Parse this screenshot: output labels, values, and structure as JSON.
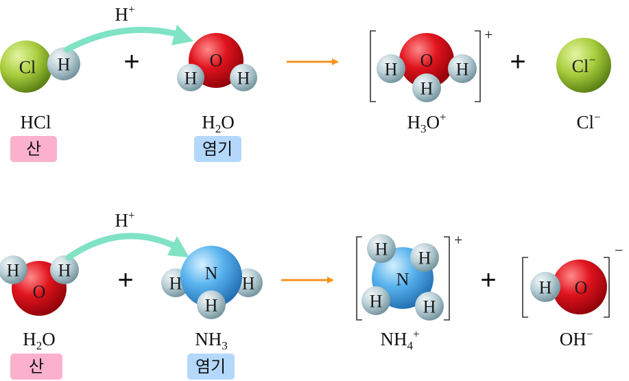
{
  "atoms": {
    "H": "H",
    "O": "O",
    "N": "N",
    "Cl": "Cl",
    "minus": "−"
  },
  "proton_label": {
    "base": "H",
    "sup": "+"
  },
  "plus_sign": "+",
  "labels": {
    "hcl": [
      "HCl"
    ],
    "h2o": [
      "H",
      "2",
      "O"
    ],
    "h3o": [
      "H",
      "3",
      "O",
      "+"
    ],
    "cl_ion": [
      "Cl",
      "−"
    ],
    "nh3": [
      "NH",
      "3"
    ],
    "nh4": [
      "NH",
      "4",
      "+"
    ],
    "oh": [
      "OH",
      "−"
    ]
  },
  "charges": {
    "plus": "+",
    "minus": "−"
  },
  "badges": {
    "acid": "산",
    "base": "염기"
  },
  "colors": {
    "acid_badge": "#fbb1cc",
    "base_badge": "#b3d8fb",
    "proton_arrow": "#7fe3c4",
    "reaction_arrow": "#f7931e"
  }
}
